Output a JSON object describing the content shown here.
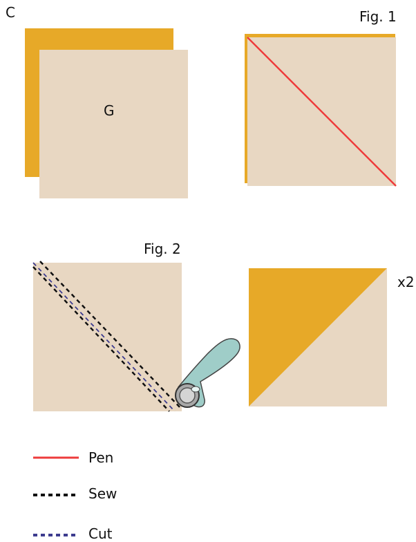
{
  "labels": {
    "c": "C",
    "g": "G",
    "fig1": "Fig. 1",
    "fig2": "Fig. 2",
    "x2": "x2"
  },
  "legend": [
    {
      "key": "pen",
      "label": "Pen",
      "color": "#ee3b3b",
      "style": "solid"
    },
    {
      "key": "sew",
      "label": "Sew",
      "color": "#111111",
      "style": "dashed"
    },
    {
      "key": "cut",
      "label": "Cut",
      "color": "#3d3c8f",
      "style": "dashed"
    }
  ],
  "colors": {
    "gold_fabric": "#e7a928",
    "beige_fabric": "#e8d7c2",
    "pen_line": "#ee3b3b",
    "sew_line": "#111111",
    "cut_line": "#3d3c8f",
    "cutter_handle": "#9fcdc8",
    "cutter_blade": "#a8a8a8"
  }
}
